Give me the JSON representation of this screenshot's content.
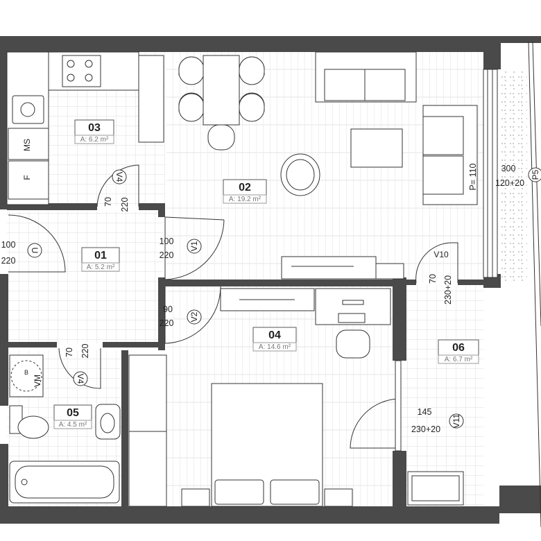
{
  "rooms": [
    {
      "number": "01",
      "area": "A: 5.2 m²"
    },
    {
      "number": "02",
      "area": "A: 19.2 m²"
    },
    {
      "number": "03",
      "area": "A: 6.2 m²"
    },
    {
      "number": "04",
      "area": "A: 14.6 m²"
    },
    {
      "number": "05",
      "area": "A: 4.5 m²"
    },
    {
      "number": "06",
      "area": "A: 6.7 m²"
    }
  ],
  "doors": [
    {
      "tag": "V1",
      "width": "100",
      "height": "220"
    },
    {
      "tag": "V2",
      "width": "90",
      "height": "220"
    },
    {
      "tag": "V4",
      "width": "70",
      "height": "220"
    },
    {
      "tag": "V4",
      "width": "70",
      "height": "220"
    },
    {
      "tag": "V10",
      "width": "70",
      "height": "230+20"
    },
    {
      "tag": "V11",
      "width": "145",
      "height": "230+20"
    }
  ],
  "entrance": {
    "tag": "U",
    "width": "100",
    "height": "220"
  },
  "window": {
    "tag": "P5",
    "width": "300",
    "height": "120+20",
    "sill": "P= 110"
  },
  "appliances": {
    "dishwasher": "MS",
    "fridge": "F",
    "washing_machine": "VM",
    "wm_mark": "B"
  },
  "colors": {
    "wall": "#4a4a4a",
    "grid": "#dcdcdc",
    "text_area": "#777777"
  }
}
